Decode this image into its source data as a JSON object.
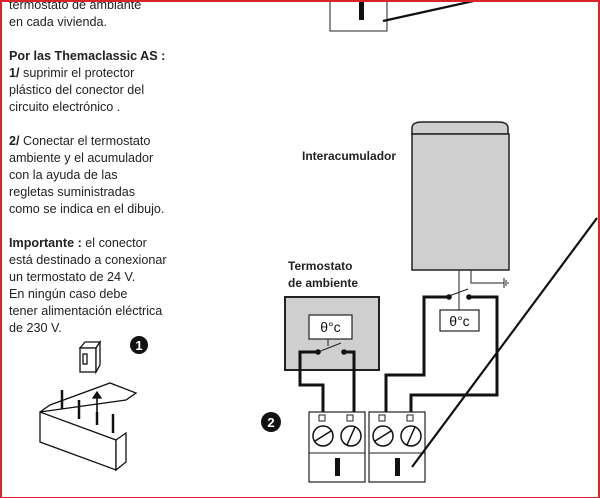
{
  "intro": [
    "termostato de ambiante",
    "en cada vivienda."
  ],
  "themaclassic": {
    "heading": "Por las Themaclassic AS :",
    "step1_num": "1/",
    "step1_lines": [
      "suprimir el protector",
      "plástico del conector del",
      "circuito electrónico ."
    ],
    "step2_num": "2/",
    "step2_lines": [
      "Conectar el termostato",
      "ambiente y el acumulador",
      "con la  ayuda de las",
      "regletas suministradas",
      "como se indica en el dibujo."
    ]
  },
  "important": {
    "label": "Importante :",
    "lines": [
      "el conector",
      "está destinado a conexionar",
      "un termostato de 24 V.",
      "En ningún caso debe",
      "tener alimentación eléctrica",
      "de 230 V."
    ]
  },
  "diagram": {
    "tank_label": "Interacumulador",
    "room_thermostat_label": [
      "Termostato",
      "de ambiente"
    ],
    "thermo_symbol": "θ°c",
    "badge1": "1",
    "badge2": "2"
  },
  "colors": {
    "frame": "#d8242a",
    "gray_fill": "#cfcfcf"
  }
}
